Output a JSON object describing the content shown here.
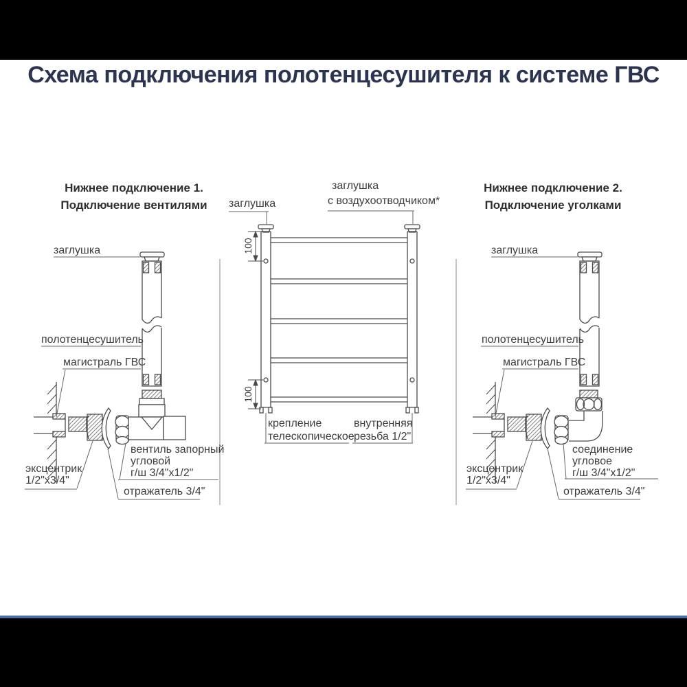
{
  "title": "Схема подключения полотенцесушителя к системе ГВС",
  "colors": {
    "title_text": "#2b3552",
    "line_art": "#4a4a4a",
    "accent_rule": "#4a6da3",
    "letterbox": "#000000"
  },
  "panels": {
    "left": {
      "heading_line1": "Нижнее подключение 1.",
      "heading_line2": "Подключение вентилями",
      "labels": {
        "cap": "заглушка",
        "towel_rail": "полотенцесушитель",
        "hot_water_main": "магистраль ГВС",
        "valve_line1": "вентиль запорный",
        "valve_line2": "угловой",
        "valve_line3": "г/ш 3/4\"х1/2\"",
        "eccentric_line1": "эксцентрик",
        "eccentric_line2": "1/2\"х3/4\"",
        "reflector": "отражатель 3/4\""
      }
    },
    "center": {
      "labels": {
        "cap": "заглушка",
        "air_vent_cap_line1": "заглушка",
        "air_vent_cap_line2": "с воздухоотводчиком*",
        "dim_top": "100",
        "dim_bottom": "100",
        "mount_line1": "крепление",
        "mount_line2": "телескопическое",
        "thread_line1": "внутренняя",
        "thread_line2": "резьба 1/2\""
      }
    },
    "right": {
      "heading_line1": "Нижнее подключение 2.",
      "heading_line2": "Подключение уголками",
      "labels": {
        "cap": "заглушка",
        "towel_rail": "полотенцесушитель",
        "hot_water_main": "магистраль ГВС",
        "elbow_line1": "соединение",
        "elbow_line2": "угловое",
        "elbow_line3": "г/ш 3/4\"х1/2\"",
        "eccentric_line1": "эксцентрик",
        "eccentric_line2": "1/2\"х3/4\"",
        "reflector": "отражатель 3/4\""
      }
    }
  }
}
